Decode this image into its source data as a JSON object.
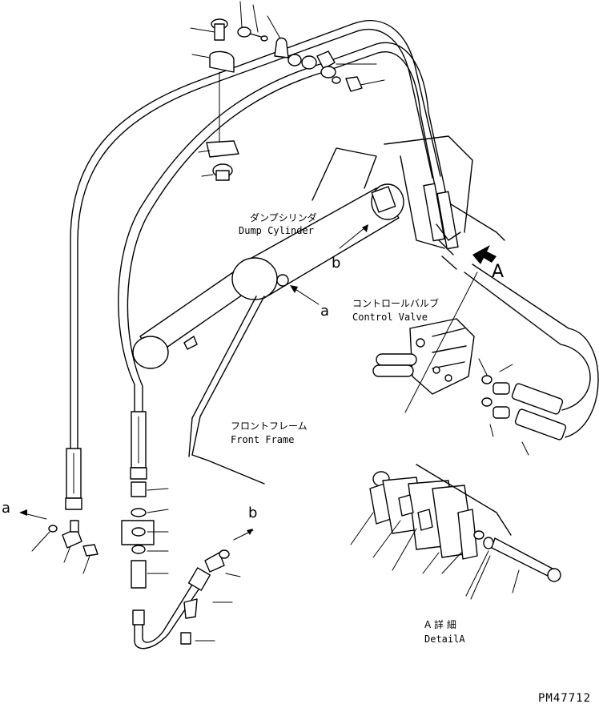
{
  "labels": {
    "dump_cylinder_jp": "ダンプシリンダ",
    "dump_cylinder_en": "Dump Cylinder",
    "control_valve_jp": "コントロールバルブ",
    "control_valve_en": "Control Valve",
    "front_frame_jp": "フロントフレーム",
    "front_frame_en": "Front Frame",
    "detail_jp": "A 詳 細",
    "detail_en": "DetailA",
    "view_marker": "A",
    "port_a": "a",
    "port_b": "b",
    "drawing_number": "PM47712"
  }
}
